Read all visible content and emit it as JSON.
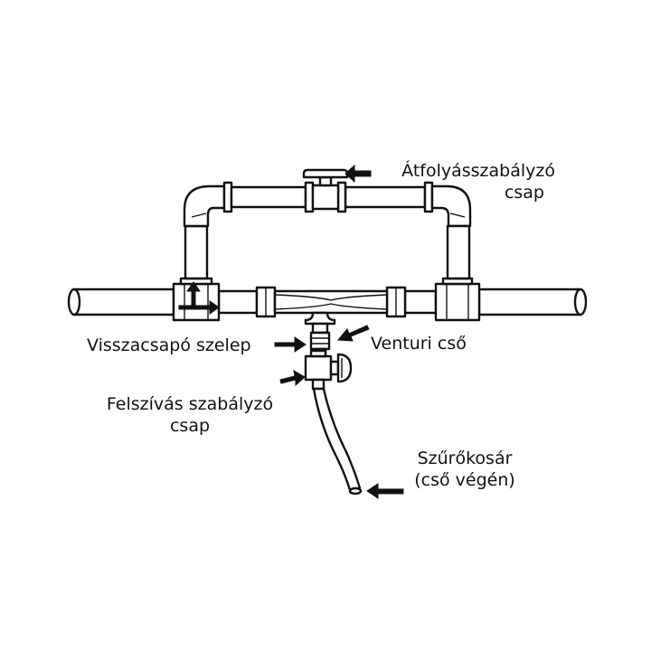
{
  "labels": {
    "flow_valve_line1": "Átfolyásszabályzó",
    "flow_valve_line2": "csap",
    "check_valve": "Visszacsapó szelep",
    "venturi": "Venturi cső",
    "suction_valve_line1": "Felszívás szabályzó",
    "suction_valve_line2": "csap",
    "strainer_line1": "Szűrőkosár",
    "strainer_line2": "(cső végén)"
  },
  "colors": {
    "line": "#111111",
    "background": "#ffffff"
  }
}
